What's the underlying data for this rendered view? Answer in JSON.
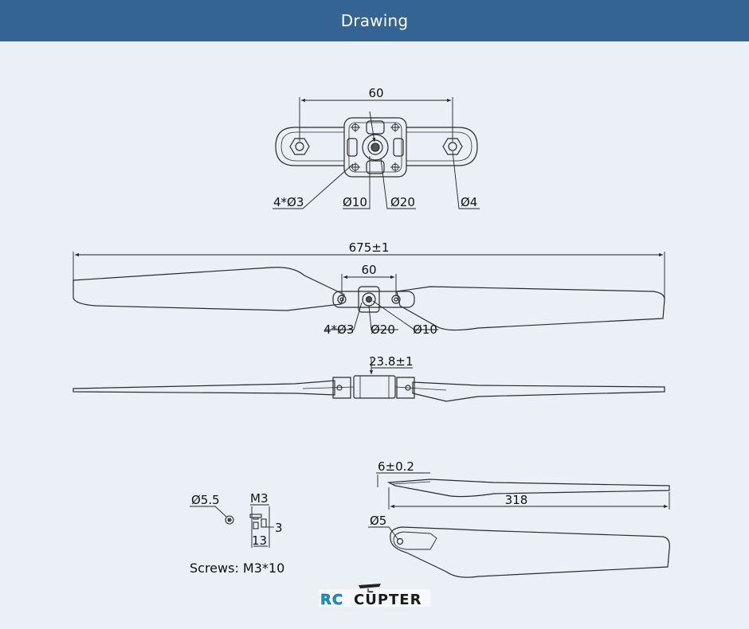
{
  "header": {
    "title": "Drawing"
  },
  "top_view": {
    "dim_width": "60",
    "dim_holes": "4*Ø3",
    "dim_bore": "Ø10",
    "dim_hub": "Ø20",
    "dim_pin": "Ø4"
  },
  "front_view": {
    "dim_length": "675±1",
    "dim_width": "60",
    "dim_holes": "4*Ø3",
    "dim_hub": "Ø20",
    "dim_bore": "Ø10"
  },
  "side_view": {
    "dim_height": "23.8±1"
  },
  "blade_view": {
    "dim_thickness": "6±0.2",
    "dim_length": "318",
    "dim_hole": "Ø5"
  },
  "screw": {
    "dim_head": "Ø5.5",
    "dim_thread": "M3",
    "dim_head_height": "3",
    "dim_length": "13",
    "caption": "Screws: M3*10"
  },
  "logo": {
    "part1": "RC",
    "part2": "CŪPTER",
    "accent": "#1c8fc4"
  }
}
